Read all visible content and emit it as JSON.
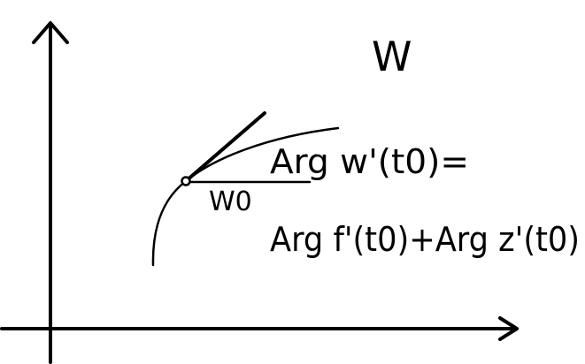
{
  "diagram": {
    "plane_label": "W",
    "point_label": "W0",
    "formula_line1": "Arg w'(t0)=",
    "formula_line2": "Arg f'(t0)+Arg z'(t0)",
    "colors": {
      "ink": "#000000",
      "background": "#ffffff"
    }
  }
}
